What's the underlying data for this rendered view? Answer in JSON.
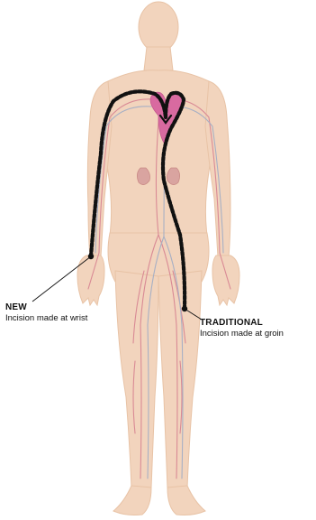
{
  "colors": {
    "skin": "#f2d4bd",
    "skin_outline": "#e8c3a6",
    "artery": "#d98a95",
    "vein": "#a8b0c4",
    "heart": "#d86aa0",
    "kidney": "#d9a4a0",
    "catheter_path": "#111111",
    "catheter_dash": "#ffffff"
  },
  "icons": {
    "heart": "heart-icon",
    "kidneys": "kidney-icon",
    "body": "human-body-illustration"
  },
  "annotations": {
    "new": {
      "title": "NEW",
      "description": "Incision made at wrist"
    },
    "traditional": {
      "title": "TRADITIONAL",
      "description": "Incision made at groin"
    }
  }
}
